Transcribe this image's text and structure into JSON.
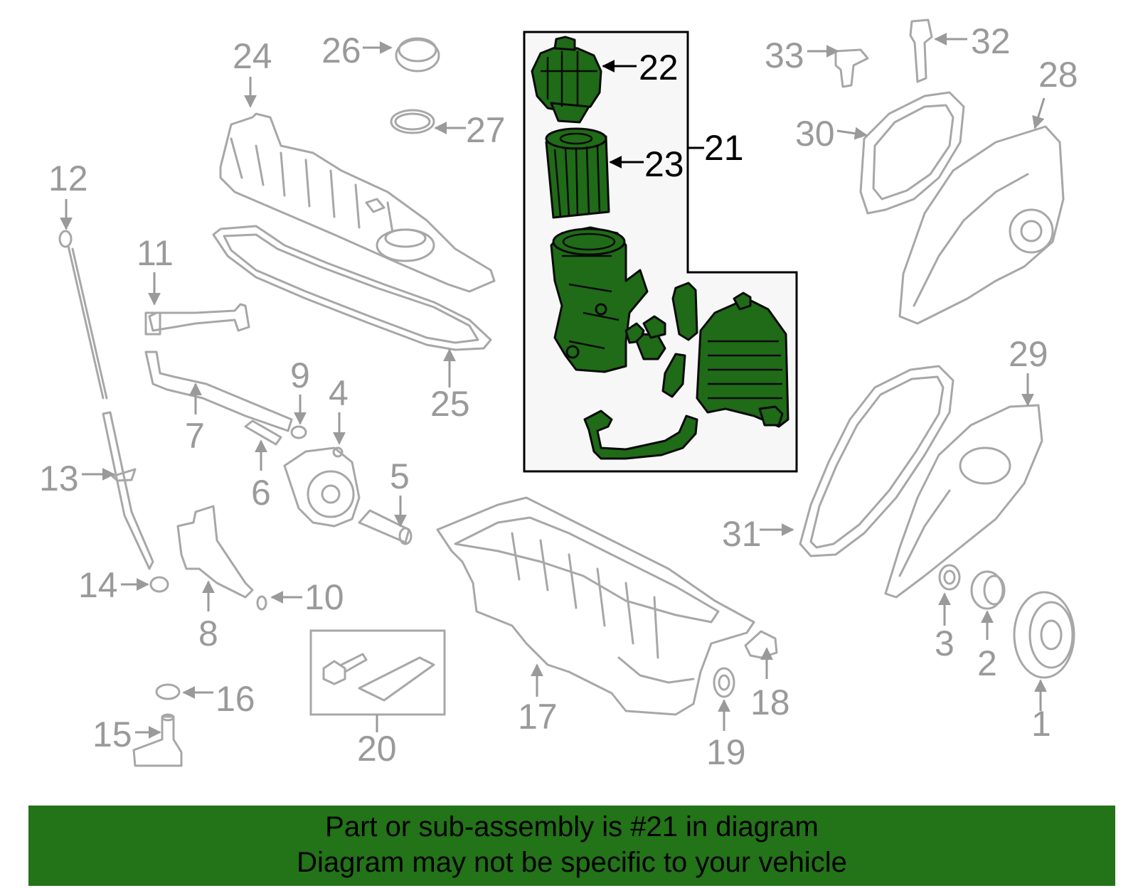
{
  "diagram": {
    "highlight_color": "#237318",
    "highlighted_part": "21",
    "callouts": {
      "c1": "1",
      "c2": "2",
      "c3": "3",
      "c4": "4",
      "c5": "5",
      "c6": "6",
      "c7": "7",
      "c8": "8",
      "c9": "9",
      "c10": "10",
      "c11": "11",
      "c12": "12",
      "c13": "13",
      "c14": "14",
      "c15": "15",
      "c16": "16",
      "c17": "17",
      "c18": "18",
      "c19": "19",
      "c20": "20",
      "c21": "21",
      "c22": "22",
      "c23": "23",
      "c24": "24",
      "c25": "25",
      "c26": "26",
      "c27": "27",
      "c28": "28",
      "c29": "29",
      "c30": "30",
      "c31": "31",
      "c32": "32",
      "c33": "33"
    }
  },
  "banner": {
    "line1": "Part or sub-assembly is #21 in diagram",
    "line2": "Diagram may not be specific to your vehicle"
  }
}
